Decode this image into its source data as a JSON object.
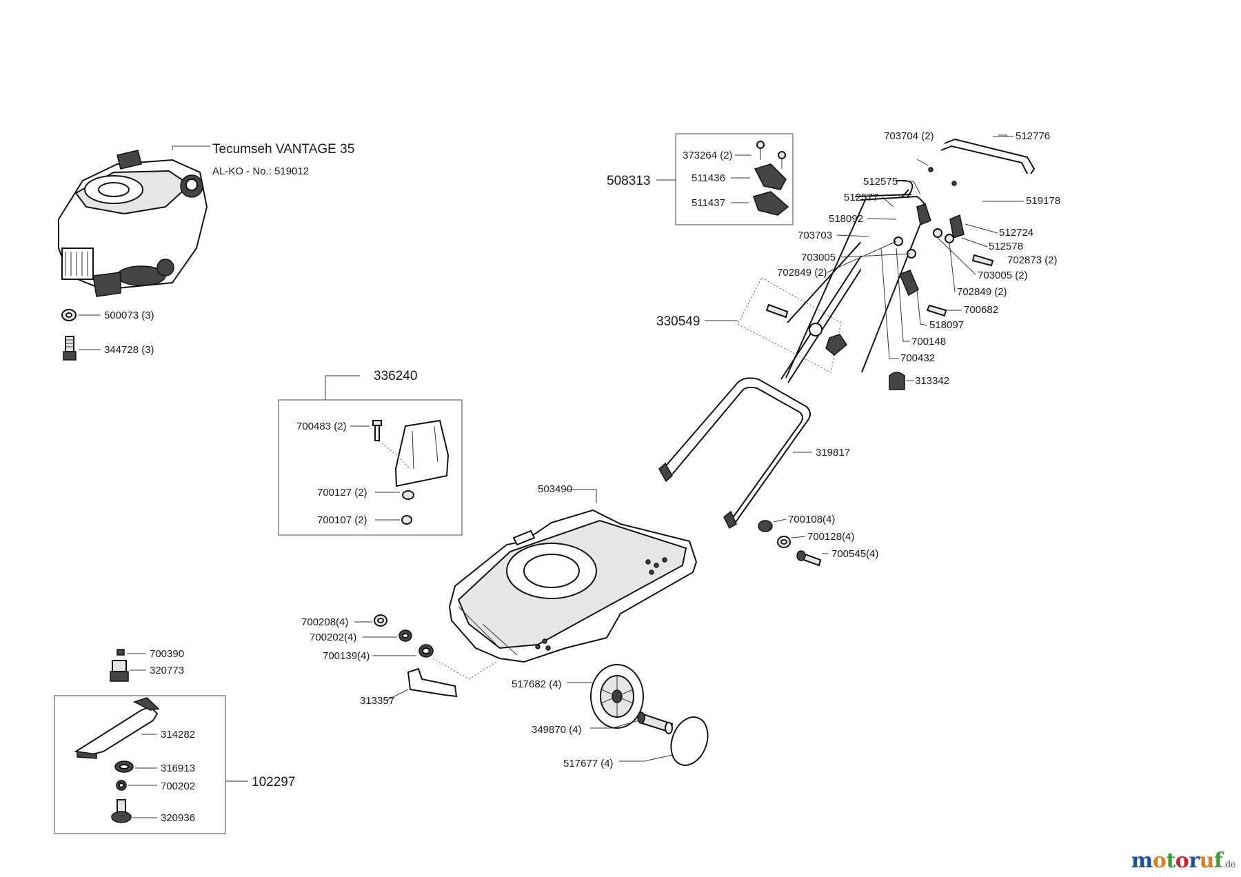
{
  "engine": {
    "name": "Tecumseh VANTAGE 35",
    "alko_no": "AL-KO - No.: 519012"
  },
  "groups": {
    "g508313": "508313",
    "g330549": "330549",
    "g336240": "336240",
    "g102297": "102297"
  },
  "labels": {
    "p500073": "500073 (3)",
    "p344728": "344728 (3)",
    "p373264": "373264 (2)",
    "p511436": "511436",
    "p511437": "511437",
    "p512776": "512776",
    "p703704": "703704 (2)",
    "p512575": "512575",
    "p512577": "512577",
    "p518092": "518092",
    "p703703": "703703",
    "p703005a": "703005",
    "p702849a": "702849 (2)",
    "p519178": "519178",
    "p512724": "512724",
    "p512578": "512578",
    "p702873": "702873 (2)",
    "p703005b": "703005 (2)",
    "p702849b": "702849 (2)",
    "p700682": "700682",
    "p518097": "518097",
    "p700148": "700148",
    "p700432": "700432",
    "p313342": "313342",
    "p700483": "700483 (2)",
    "p700127": "700127 (2)",
    "p700107": "700107 (2)",
    "p319817": "319817",
    "p503490": "503490",
    "p700108": "700108(4)",
    "p700128": "700128(4)",
    "p700545": "700545(4)",
    "p700208": "700208(4)",
    "p700202a": "700202(4)",
    "p700139": "700139(4)",
    "p313357": "313357",
    "p517682": "517682 (4)",
    "p349870": "349870 (4)",
    "p517677": "517677 (4)",
    "p700390": "700390",
    "p320773": "320773",
    "p314282": "314282",
    "p316913": "316913",
    "p700202b": "700202",
    "p320936": "320936"
  },
  "watermark": {
    "brand": "motoruf",
    "tld": ".de",
    "colors": [
      "#1d4f9c",
      "#e07a1f",
      "#3d9a3a",
      "#c8262b",
      "#1d4f9c",
      "#e07a1f",
      "#3d9a3a"
    ]
  }
}
